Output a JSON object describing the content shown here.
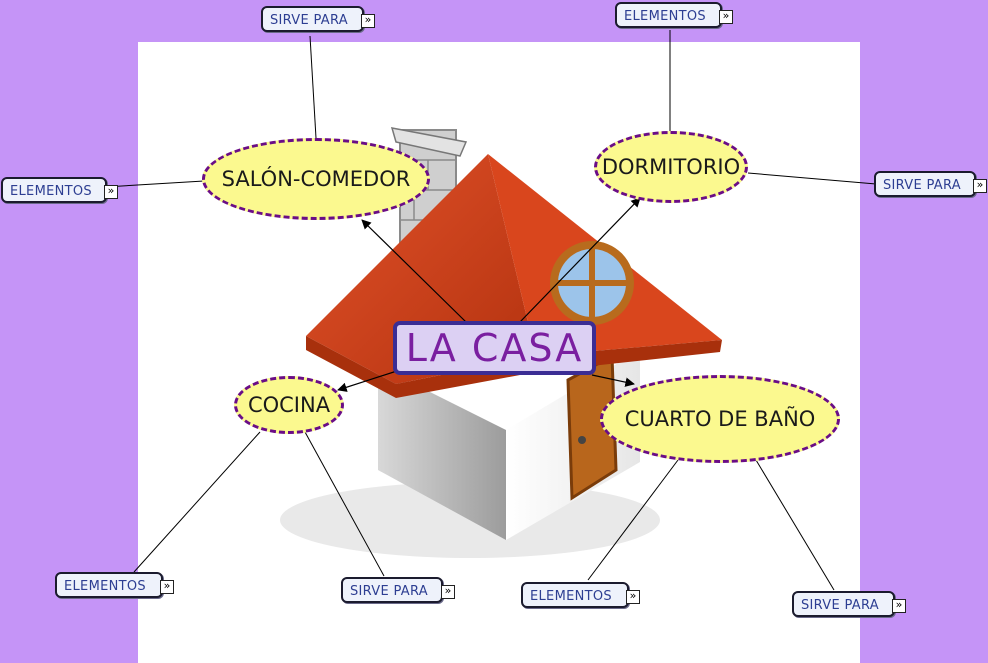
{
  "colors": {
    "background": "#c594f7",
    "panel": "#ffffff",
    "concept_fill": "#fbf98f",
    "concept_border": "#6a0d86",
    "main_fill": "#dcd0f3",
    "main_border": "#3b2d94",
    "main_text": "#7a1fa0",
    "label_text": "#2d3e92"
  },
  "main_concept": {
    "label": "LA CASA"
  },
  "concepts": {
    "salon": "SALÓN-COMEDOR",
    "dormitorio": "DORMITORIO",
    "cocina": "COCINA",
    "bano": "CUARTO DE BAÑO"
  },
  "links": {
    "salon_sirve": "SIRVE PARA",
    "salon_elementos": "ELEMENTOS",
    "dormitorio_elementos": "ELEMENTOS",
    "dormitorio_sirve": "SIRVE PARA",
    "cocina_elementos": "ELEMENTOS",
    "cocina_sirve": "SIRVE PARA",
    "bano_elementos": "ELEMENTOS",
    "bano_sirve": "SIRVE PARA"
  },
  "icons": {
    "expand": "expand-icon",
    "house": "house-illustration-icon"
  }
}
